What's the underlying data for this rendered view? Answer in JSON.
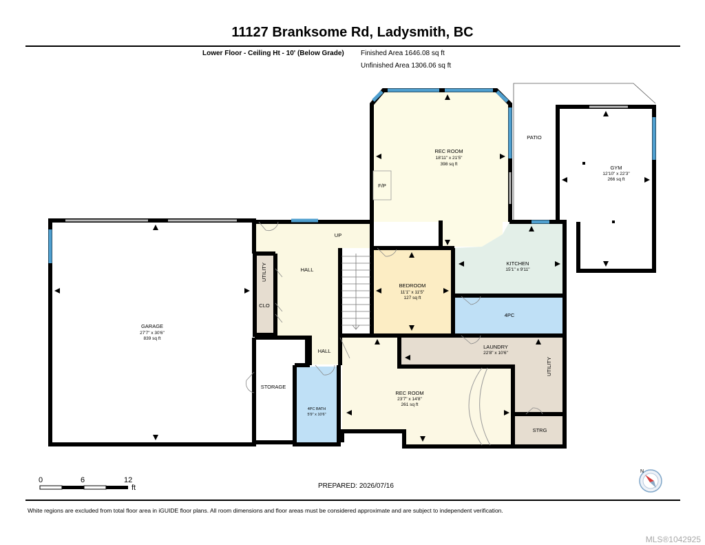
{
  "header": {
    "title": "11127 Branksome Rd, Ladysmith, BC",
    "floor_label": "Lower Floor - Ceiling Ht - 10' (Below Grade)",
    "finished_area": "Finished Area 1646.08 sq ft",
    "unfinished_area": "Unfinished Area 1306.06 sq ft"
  },
  "rooms": {
    "rec_room_upper": {
      "name": "REC ROOM",
      "dim": "18'11\" x 21'5\"",
      "area": "398 sq ft"
    },
    "fp": {
      "name": "F/P"
    },
    "patio": {
      "name": "PATIO"
    },
    "gym": {
      "name": "GYM",
      "dim": "12'10\" x 22'3\"",
      "area": "266 sq ft"
    },
    "up": {
      "name": "UP"
    },
    "hall_main": {
      "name": "HALL"
    },
    "utility_left": {
      "name": "UTILITY"
    },
    "clo": {
      "name": "CLO"
    },
    "garage": {
      "name": "GARAGE",
      "dim": "27'7\" x 30'6\"",
      "area": "839 sq ft"
    },
    "bedroom": {
      "name": "BEDROOM",
      "dim": "11'1\" x 11'5\"",
      "area": "127 sq ft"
    },
    "kitchen": {
      "name": "KITCHEN",
      "dim": "15'1\" x 9'11\""
    },
    "four_pc": {
      "name": "4PC"
    },
    "laundry": {
      "name": "LAUNDRY",
      "dim": "22'8\" x 10'6\""
    },
    "utility_right": {
      "name": "UTILITY"
    },
    "hall_small": {
      "name": "HALL"
    },
    "storage": {
      "name": "STORAGE"
    },
    "bath_4pc": {
      "name": "4PC BATH",
      "dim": "5'9\" x 10'6\""
    },
    "rec_room_lower": {
      "name": "REC ROOM",
      "dim": "23'7\" x 14'8\"",
      "area": "261 sq ft"
    },
    "strg": {
      "name": "STRG"
    }
  },
  "scale": {
    "tick_0": "0",
    "tick_6": "6",
    "tick_12": "12",
    "unit": "ft"
  },
  "prepared": "PREPARED: 2026/07/16",
  "footer_note": "White regions are excluded from total floor area in iGUIDE floor plans. All room dimensions and floor areas must be considered approximate and are subject to independent verification.",
  "watermark": "MLS®1042925",
  "compass": {
    "label": "N"
  },
  "colors": {
    "wall": "#000000",
    "window": "#4f9fcf",
    "rec_room": "#fdfbe6",
    "hall": "#fbf8e2",
    "bedroom": "#fcedc4",
    "kitchen": "#e3efe8",
    "bath": "#bfe0f6",
    "laundry": "#e6ddd0",
    "rec_room_lower": "#fcf8e4",
    "storage": "#ffffff"
  }
}
